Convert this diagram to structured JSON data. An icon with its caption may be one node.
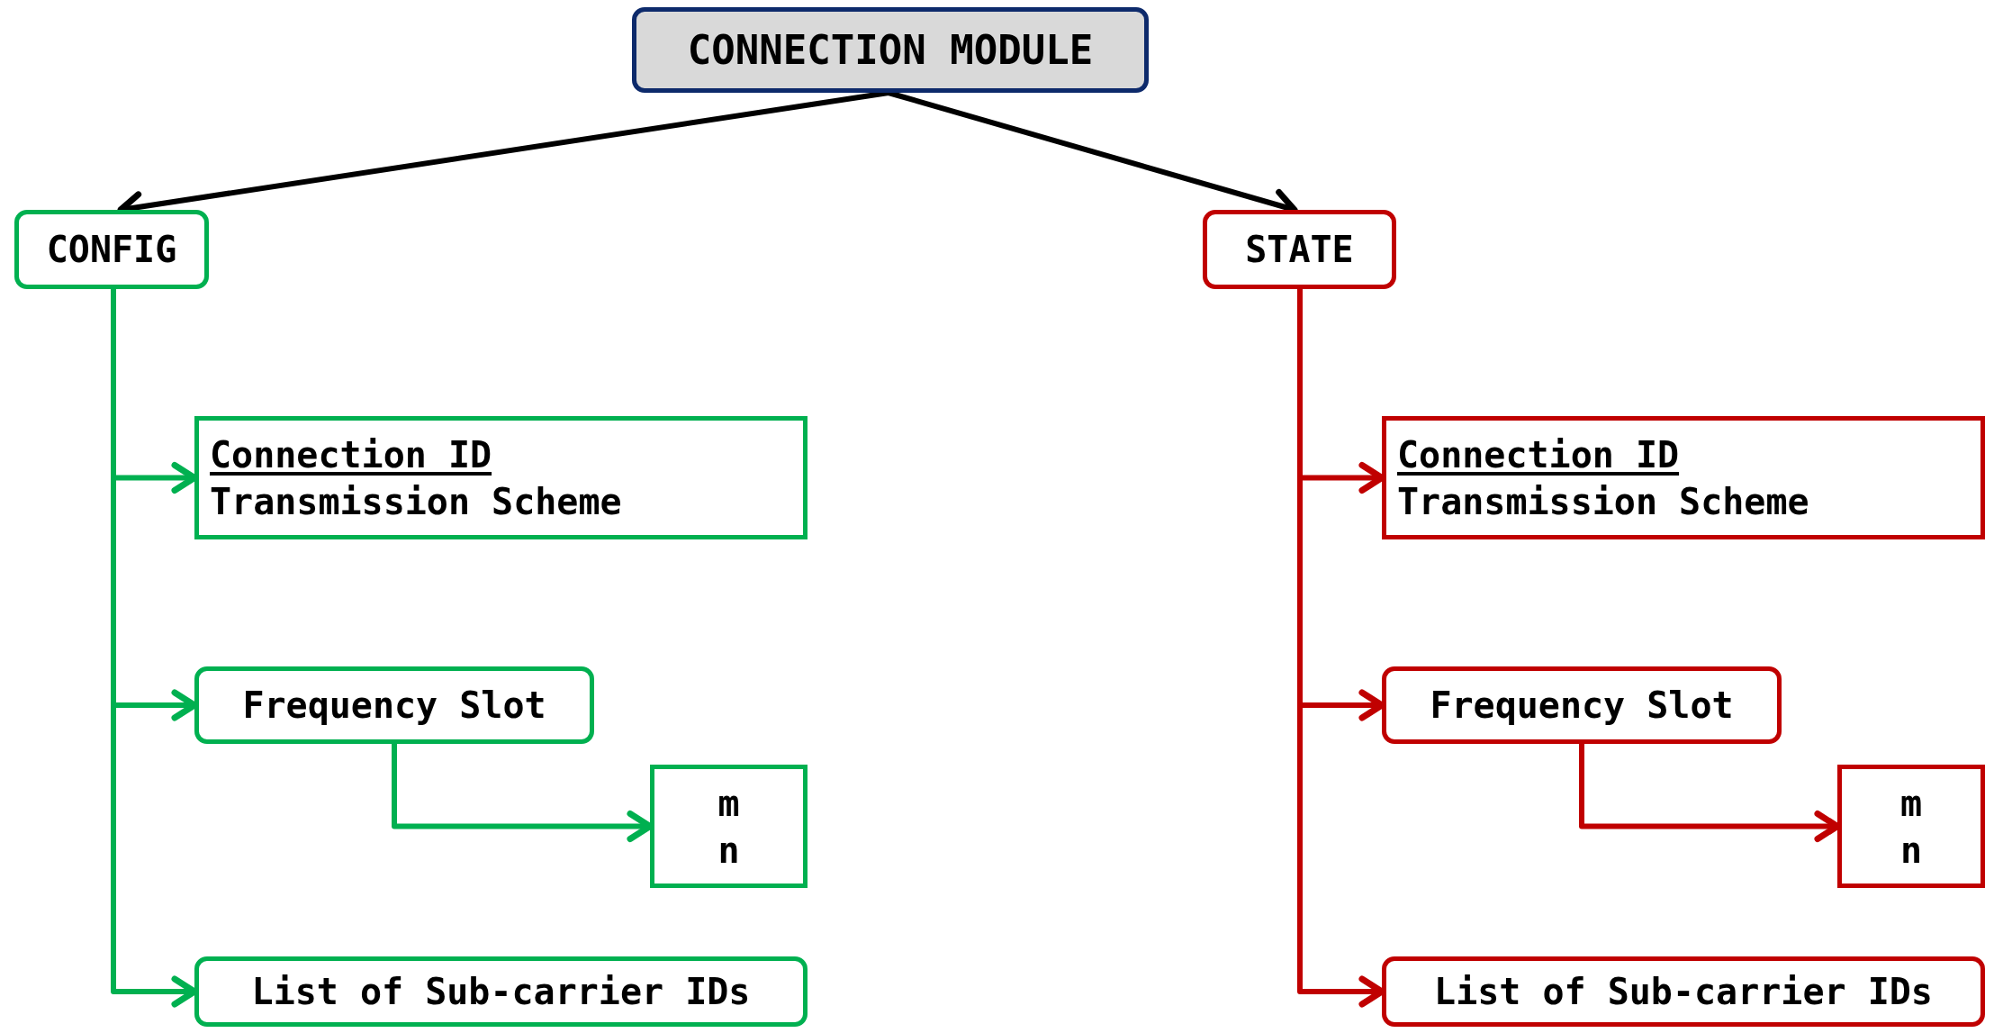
{
  "diagram": {
    "nodes": [
      {
        "text": [
          "CONNECTION MODULE"
        ]
      },
      {
        "text": [
          "CONFIG"
        ]
      },
      {
        "text": [
          "Connection ID",
          "Transmission Scheme"
        ]
      },
      {
        "text": [
          "Frequency Slot"
        ]
      },
      {
        "text": [
          "m",
          "n"
        ]
      },
      {
        "text": [
          "List of Sub-carrier IDs"
        ]
      },
      {
        "text": [
          "STATE"
        ]
      },
      {
        "text": [
          "Connection ID",
          "Transmission Scheme"
        ]
      },
      {
        "text": [
          "Frequency Slot"
        ]
      },
      {
        "text": [
          "m",
          "n"
        ]
      },
      {
        "text": [
          "List of Sub-carrier IDs"
        ]
      }
    ],
    "edges": [
      {
        "from": 0,
        "to": 1,
        "arrow": "to",
        "color": "#000000"
      },
      {
        "from": 0,
        "to": 6,
        "arrow": "to",
        "color": "#000000"
      },
      {
        "from": 1,
        "to": 2,
        "arrow": "to",
        "color": "#00b050"
      },
      {
        "from": 1,
        "to": 3,
        "arrow": "to",
        "color": "#00b050"
      },
      {
        "from": 1,
        "to": 5,
        "arrow": "to",
        "color": "#00b050"
      },
      {
        "from": 3,
        "to": 4,
        "arrow": "to",
        "color": "#00b050"
      },
      {
        "from": 6,
        "to": 7,
        "arrow": "to",
        "color": "#c00000"
      },
      {
        "from": 6,
        "to": 8,
        "arrow": "to",
        "color": "#c00000"
      },
      {
        "from": 6,
        "to": 10,
        "arrow": "to",
        "color": "#c00000"
      },
      {
        "from": 8,
        "to": 9,
        "arrow": "to",
        "color": "#c00000"
      }
    ]
  }
}
